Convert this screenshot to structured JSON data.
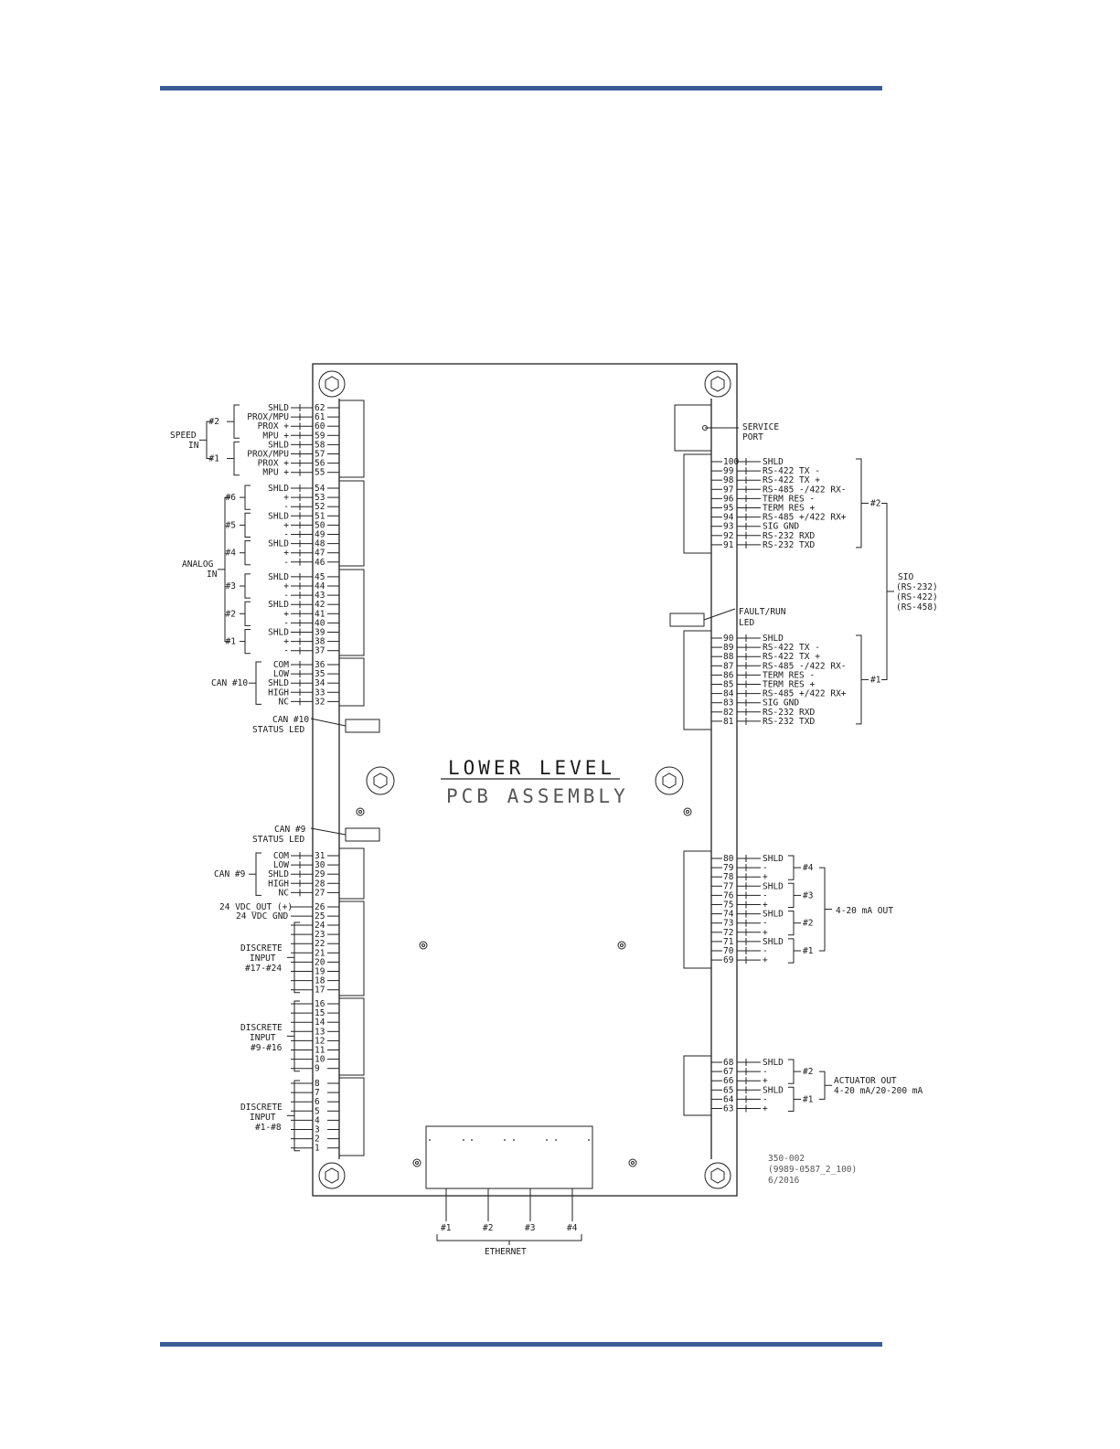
{
  "board": {
    "title_line1": "LOWER LEVEL",
    "title_line2": "PCB ASSEMBLY",
    "drawing_number": "350-002",
    "file_ref": "(9989-0587_2_100)",
    "date": "6/2016"
  },
  "labels": {
    "speed_in_1": "SPEED",
    "speed_in_2": "IN",
    "analog_in_1": "ANALOG",
    "analog_in_2": "IN",
    "can10": "CAN #10",
    "can10_led_1": "CAN #10",
    "can10_led_2": "STATUS LED",
    "can9_led_1": "CAN #9",
    "can9_led_2": "STATUS LED",
    "can9": "CAN #9",
    "vdc_out": "24 VDC_OUT (+)",
    "vdc_gnd": "24 VDC GND",
    "di_17_24": [
      "DISCRETE",
      "INPUT",
      "#17-#24"
    ],
    "di_9_16": [
      "DISCRETE",
      "INPUT",
      "#9-#16"
    ],
    "di_1_8": [
      "DISCRETE",
      "INPUT",
      "#1-#8"
    ],
    "service_port_1": "SERVICE",
    "service_port_2": "PORT",
    "fault_led_1": "FAULT/RUN",
    "fault_led_2": "LED",
    "sio_title": "SIO",
    "sio_sub": [
      "(RS-232)",
      "(RS-422)",
      "(RS-458)"
    ],
    "ma_out": "4-20 mA OUT",
    "act_out_1": "ACTUATOR OUT",
    "act_out_2": "4-20 mA/20-200 mA",
    "ethernet": "ETHERNET",
    "ethernet_ports": [
      "#1",
      "#2",
      "#3",
      "#4"
    ]
  },
  "speed_in": {
    "groups": [
      {
        "name": "#2",
        "pins": [
          {
            "label": "SHLD",
            "n": "62"
          },
          {
            "label": "PROX/MPU",
            "n": "61"
          },
          {
            "label": "PROX +",
            "n": "60"
          },
          {
            "label": "MPU +",
            "n": "59"
          }
        ]
      },
      {
        "name": "#1",
        "pins": [
          {
            "label": "SHLD",
            "n": "58"
          },
          {
            "label": "PROX/MPU",
            "n": "57"
          },
          {
            "label": "PROX +",
            "n": "56"
          },
          {
            "label": "MPU +",
            "n": "55"
          }
        ]
      }
    ]
  },
  "analog_in": {
    "groups": [
      {
        "name": "#6",
        "pins": [
          {
            "label": "SHLD",
            "n": "54"
          },
          {
            "label": "+",
            "n": "53"
          },
          {
            "label": "-",
            "n": "52"
          }
        ]
      },
      {
        "name": "#5",
        "pins": [
          {
            "label": "SHLD",
            "n": "51"
          },
          {
            "label": "+",
            "n": "50"
          },
          {
            "label": "-",
            "n": "49"
          }
        ]
      },
      {
        "name": "#4",
        "pins": [
          {
            "label": "SHLD",
            "n": "48"
          },
          {
            "label": "+",
            "n": "47"
          },
          {
            "label": "-",
            "n": "46"
          }
        ]
      },
      {
        "name": "#3",
        "pins": [
          {
            "label": "SHLD",
            "n": "45"
          },
          {
            "label": "+",
            "n": "44"
          },
          {
            "label": "-",
            "n": "43"
          }
        ]
      },
      {
        "name": "#2",
        "pins": [
          {
            "label": "SHLD",
            "n": "42"
          },
          {
            "label": "+",
            "n": "41"
          },
          {
            "label": "-",
            "n": "40"
          }
        ]
      },
      {
        "name": "#1",
        "pins": [
          {
            "label": "SHLD",
            "n": "39"
          },
          {
            "label": "+",
            "n": "38"
          },
          {
            "label": "-",
            "n": "37"
          }
        ]
      }
    ]
  },
  "can10": [
    {
      "label": "COM",
      "n": "36"
    },
    {
      "label": "LOW",
      "n": "35"
    },
    {
      "label": "SHLD",
      "n": "34"
    },
    {
      "label": "HIGH",
      "n": "33"
    },
    {
      "label": "NC",
      "n": "32"
    }
  ],
  "can9": [
    {
      "label": "COM",
      "n": "31"
    },
    {
      "label": "LOW",
      "n": "30"
    },
    {
      "label": "SHLD",
      "n": "29"
    },
    {
      "label": "HIGH",
      "n": "28"
    },
    {
      "label": "NC",
      "n": "27"
    }
  ],
  "power_pins": [
    {
      "n": "26"
    },
    {
      "n": "25"
    }
  ],
  "discrete_pins": [
    "24",
    "23",
    "22",
    "21",
    "20",
    "19",
    "18",
    "17",
    "16",
    "15",
    "14",
    "13",
    "12",
    "11",
    "10",
    "9",
    "8",
    "7",
    "6",
    "5",
    "4",
    "3",
    "2",
    "1"
  ],
  "sio": {
    "groups": [
      {
        "name": "#2",
        "pins": [
          {
            "n": "100",
            "label": "SHLD"
          },
          {
            "n": "99",
            "label": "RS-422 TX -"
          },
          {
            "n": "98",
            "label": "RS-422 TX +"
          },
          {
            "n": "97",
            "label": "RS-485 -/422 RX-"
          },
          {
            "n": "96",
            "label": "TERM RES -"
          },
          {
            "n": "95",
            "label": "TERM RES +"
          },
          {
            "n": "94",
            "label": "RS-485 +/422 RX+"
          },
          {
            "n": "93",
            "label": "SIG GND"
          },
          {
            "n": "92",
            "label": "RS-232 RXD"
          },
          {
            "n": "91",
            "label": "RS-232 TXD"
          }
        ]
      },
      {
        "name": "#1",
        "pins": [
          {
            "n": "90",
            "label": "SHLD"
          },
          {
            "n": "89",
            "label": "RS-422 TX -"
          },
          {
            "n": "88",
            "label": "RS-422 TX +"
          },
          {
            "n": "87",
            "label": "RS-485 -/422 RX-"
          },
          {
            "n": "86",
            "label": "TERM RES -"
          },
          {
            "n": "85",
            "label": "TERM RES +"
          },
          {
            "n": "84",
            "label": "RS-485 +/422 RX+"
          },
          {
            "n": "83",
            "label": "SIG GND"
          },
          {
            "n": "82",
            "label": "RS-232 RXD"
          },
          {
            "n": "81",
            "label": "RS-232 TXD"
          }
        ]
      }
    ]
  },
  "ma_out": {
    "groups": [
      {
        "name": "#4",
        "pins": [
          {
            "n": "80",
            "label": "SHLD"
          },
          {
            "n": "79",
            "label": "-"
          },
          {
            "n": "78",
            "label": "+"
          }
        ]
      },
      {
        "name": "#3",
        "pins": [
          {
            "n": "77",
            "label": "SHLD"
          },
          {
            "n": "76",
            "label": "-"
          },
          {
            "n": "75",
            "label": "+"
          }
        ]
      },
      {
        "name": "#2",
        "pins": [
          {
            "n": "74",
            "label": "SHLD"
          },
          {
            "n": "73",
            "label": "-"
          },
          {
            "n": "72",
            "label": "+"
          }
        ]
      },
      {
        "name": "#1",
        "pins": [
          {
            "n": "71",
            "label": "SHLD"
          },
          {
            "n": "70",
            "label": "-"
          },
          {
            "n": "69",
            "label": "+"
          }
        ]
      }
    ]
  },
  "actuator_out": {
    "groups": [
      {
        "name": "#2",
        "pins": [
          {
            "n": "68",
            "label": "SHLD"
          },
          {
            "n": "67",
            "label": "-"
          },
          {
            "n": "66",
            "label": "+"
          }
        ]
      },
      {
        "name": "#1",
        "pins": [
          {
            "n": "65",
            "label": "SHLD"
          },
          {
            "n": "64",
            "label": "-"
          },
          {
            "n": "63",
            "label": "+"
          }
        ]
      }
    ]
  }
}
